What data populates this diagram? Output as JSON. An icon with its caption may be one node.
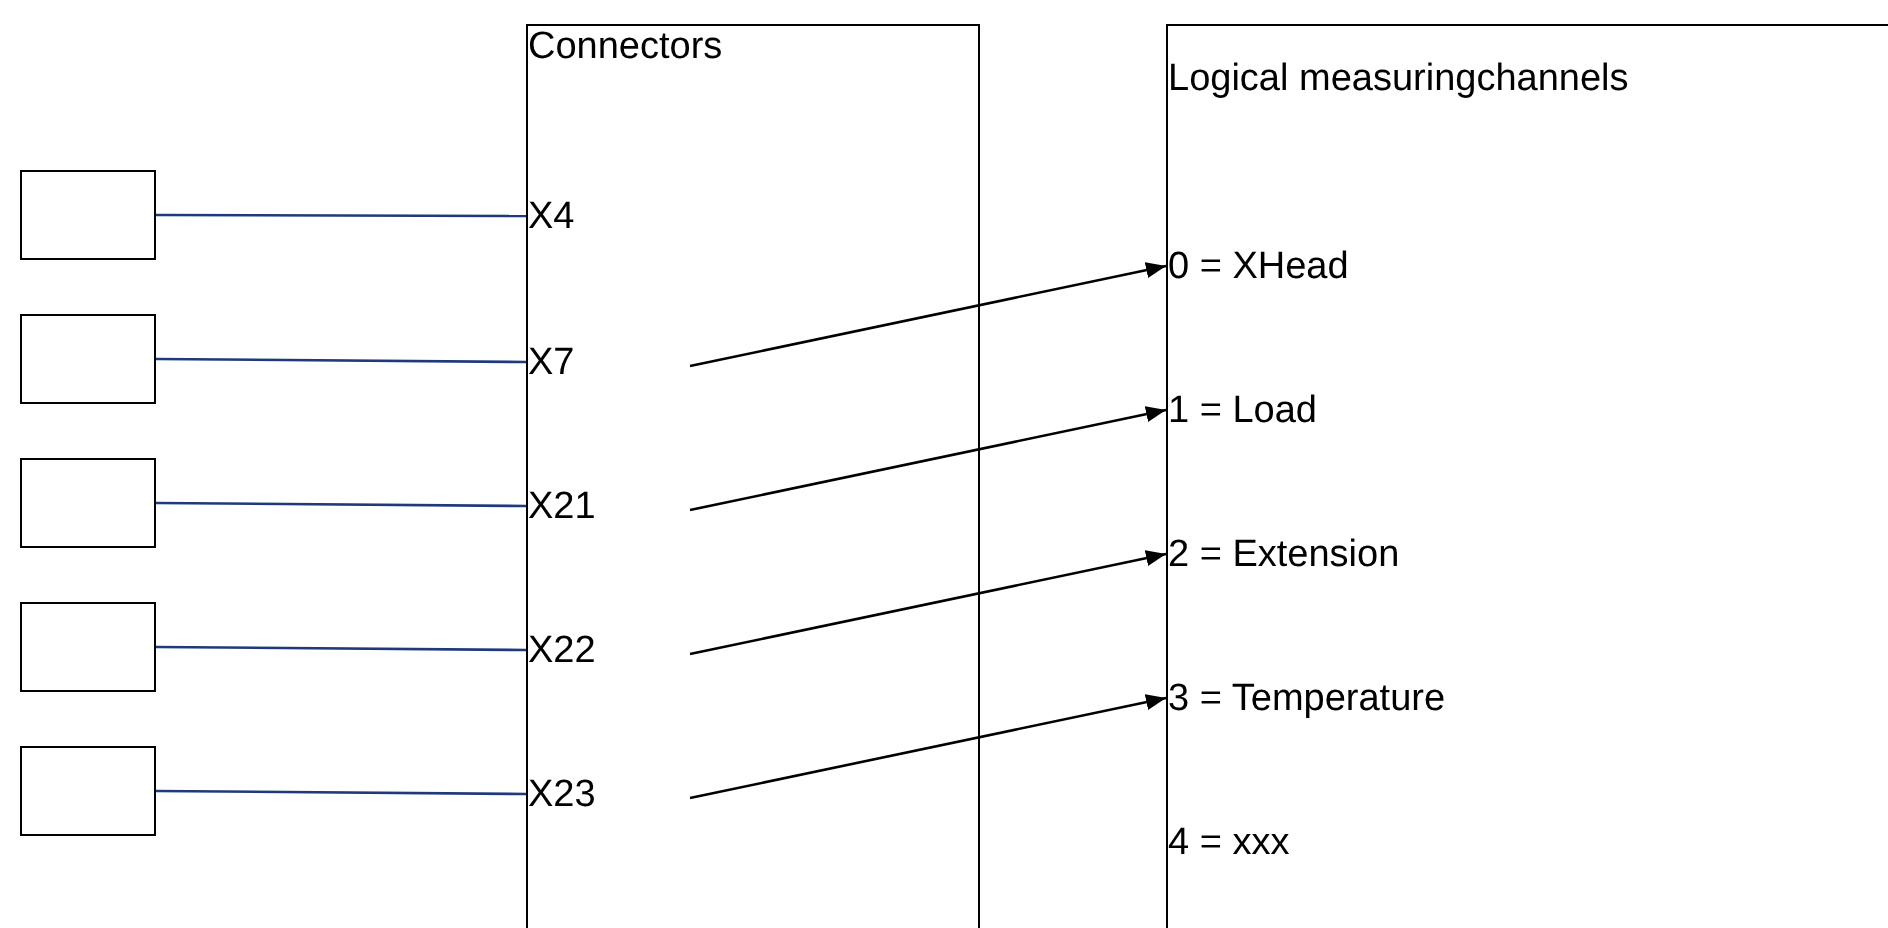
{
  "diagram": {
    "nodes": [
      {
        "text": [],
        "shape": "box"
      },
      {
        "text": [],
        "shape": "box"
      },
      {
        "text": [],
        "shape": "box"
      },
      {
        "text": [],
        "shape": "box"
      },
      {
        "text": [],
        "shape": "box"
      },
      {
        "text": [
          "Connectors"
        ]
      },
      {
        "text": [
          "X4"
        ],
        "in": 5
      },
      {
        "text": [
          "X7"
        ],
        "in": 5
      },
      {
        "text": [
          "X21"
        ],
        "in": 5
      },
      {
        "text": [
          "X22"
        ],
        "in": 5
      },
      {
        "text": [
          "X23"
        ],
        "in": 5
      },
      {
        "text": [
          "Logical measuringchannels"
        ]
      },
      {
        "text": [
          "0 = XHead"
        ],
        "in": 11
      },
      {
        "text": [
          "1 = Load"
        ],
        "in": 11
      },
      {
        "text": [
          "2 = Extension"
        ],
        "in": 11
      },
      {
        "text": [
          "3 = Temperature"
        ],
        "in": 11
      },
      {
        "text": [
          "4 = xxx"
        ],
        "in": 11
      }
    ],
    "edges": [
      {
        "from": 0,
        "to": 6,
        "arrow": "none"
      },
      {
        "from": 1,
        "to": 7,
        "arrow": "none"
      },
      {
        "from": 2,
        "to": 8,
        "arrow": "none"
      },
      {
        "from": 3,
        "to": 9,
        "arrow": "none"
      },
      {
        "from": 4,
        "to": 10,
        "arrow": "none"
      },
      {
        "from": 7,
        "to": 12,
        "arrow": "to",
        "color": "#000000"
      },
      {
        "from": 8,
        "to": 13,
        "arrow": "to",
        "color": "#000000"
      },
      {
        "from": 9,
        "to": 14,
        "arrow": "to",
        "color": "#000000"
      },
      {
        "from": 10,
        "to": 15,
        "arrow": "to",
        "color": "#000000"
      }
    ]
  }
}
